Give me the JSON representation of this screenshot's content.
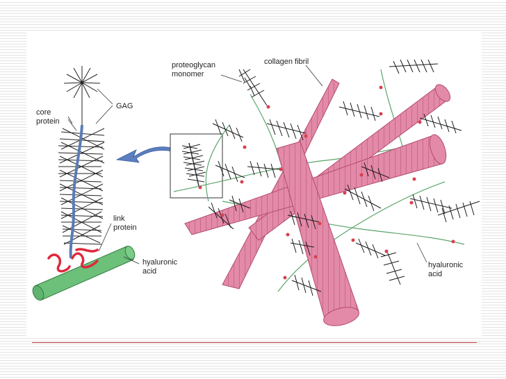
{
  "labels": {
    "gag": "GAG",
    "core_protein": [
      "core",
      "protein"
    ],
    "link_protein": [
      "link",
      "protein"
    ],
    "hyaluronic_acid_left": [
      "hyaluronic",
      "acid"
    ],
    "proteoglycan_monomer": [
      "proteoglycan",
      "monomer"
    ],
    "collagen_fibril": "collagen fibril",
    "hyaluronic_acid_right": [
      "hyaluronic",
      "acid"
    ]
  },
  "colors": {
    "collagen": "#e38aa8",
    "collagen_stroke": "#b24a70",
    "core_protein": "#5a7bb5",
    "hyaluronic_tube": "#6cc07a",
    "link_protein": "#e0283c",
    "arrow": "#5b7fc0",
    "strand": "#5aa46a",
    "title_rule": "#c0393b"
  }
}
